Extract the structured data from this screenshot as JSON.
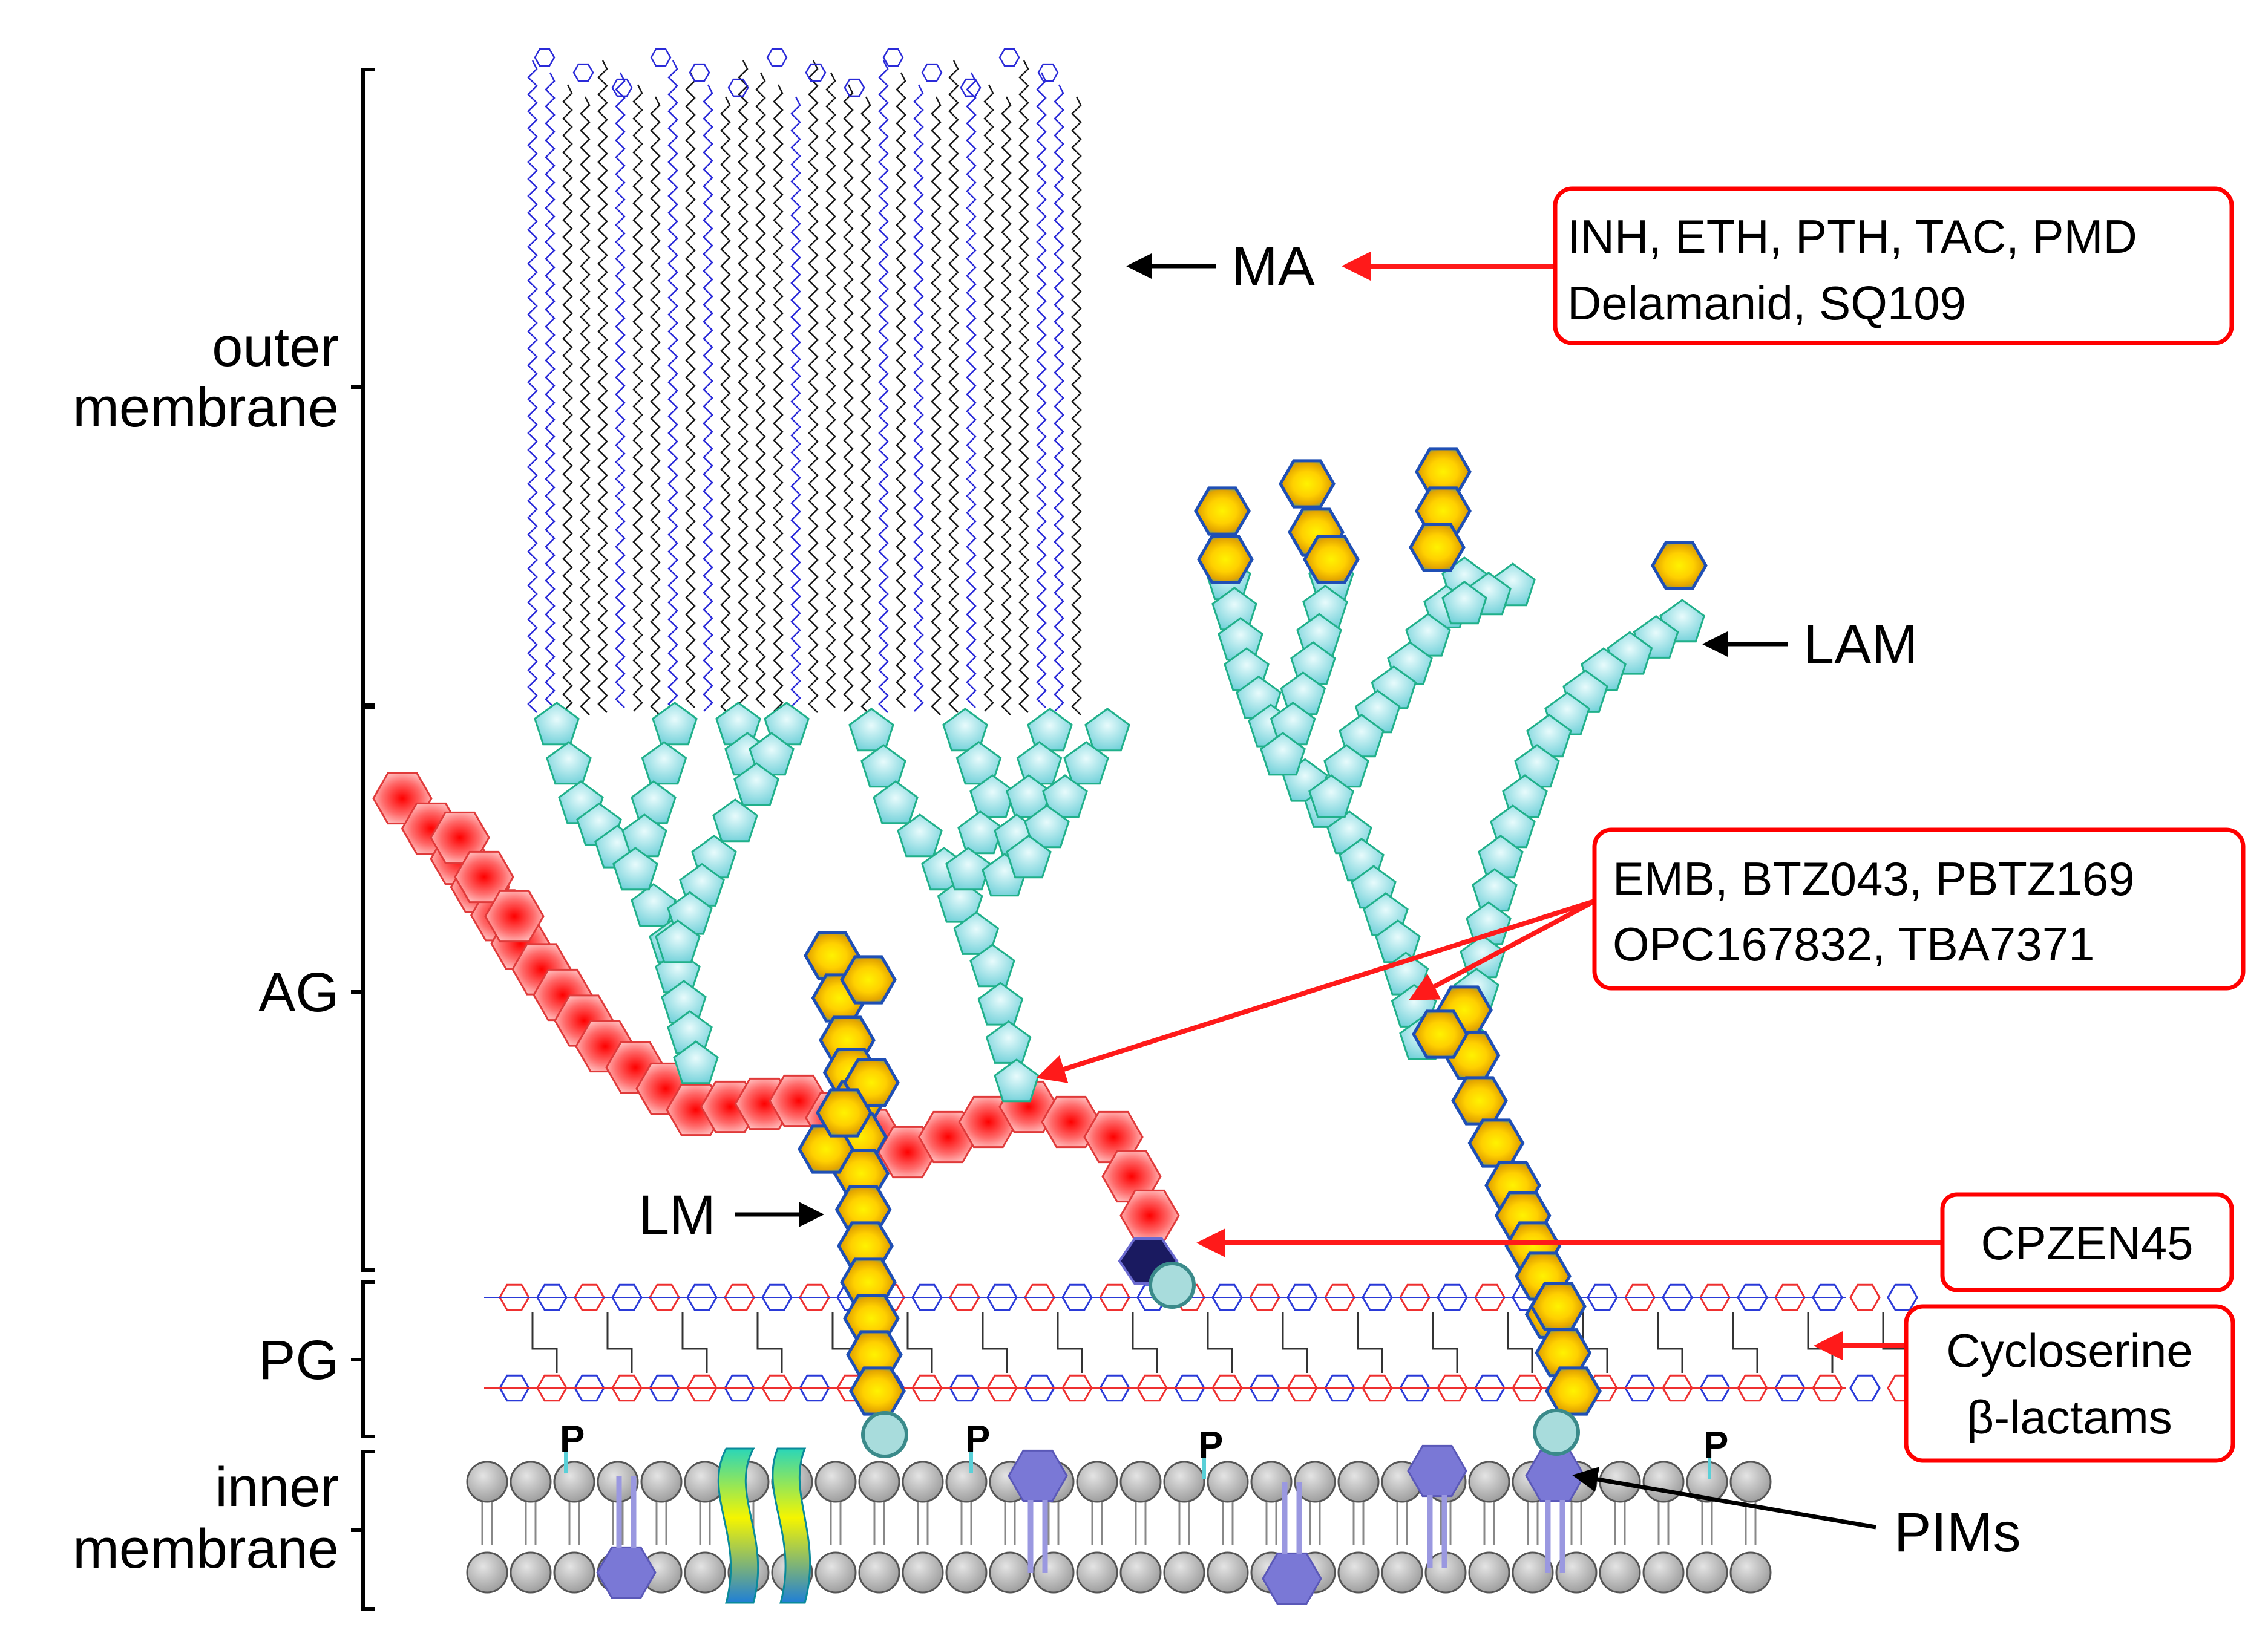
{
  "layers": {
    "outer_membrane": [
      "outer",
      "membrane"
    ],
    "ag": "AG",
    "pg": "PG",
    "inner_membrane": [
      "inner",
      "membrane"
    ]
  },
  "components": {
    "ma": "MA",
    "lam": "LAM",
    "lm": "LM",
    "pims": "PIMs",
    "phosphate": "P"
  },
  "drug_boxes": {
    "ma_drugs": [
      "INH, ETH, PTH, TAC, PMD",
      "Delamanid, SQ109"
    ],
    "ag_drugs": [
      "EMB, BTZ043, PBTZ169",
      "OPC167832, TBA7371"
    ],
    "linker_drug": "CPZEN45",
    "pg_drugs": [
      "Cycloserine",
      "β-lactams"
    ]
  },
  "colors": {
    "arrow_red": "#ff1a1a",
    "box_border": "#ff0000",
    "pentagon": "#7fd6dc",
    "pentagon_edge": "#20b08a",
    "mannose_fill": "#ffd200",
    "mannose_edge": "#1f4fb5",
    "galactan": "#ff2020",
    "lipid_head": "#b0b0b0",
    "pim": "#7a78d6",
    "linker": "#1a1a60"
  }
}
